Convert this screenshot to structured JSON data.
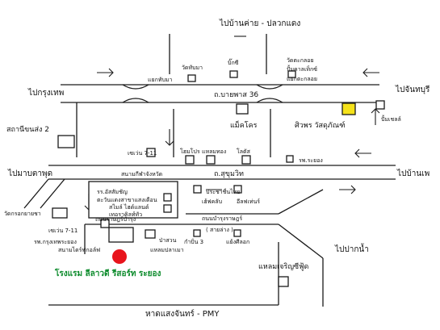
{
  "colors": {
    "line": "#1a1a1a",
    "hotel_marker": "#e8141c",
    "hotel_text": "#0a8a2a",
    "highlight_store": "#f5e21a"
  },
  "directions": {
    "top": "ไปบ้านค่าย - ปลวกแดง",
    "left_upper": "ไปกรุงเทพ",
    "left_middle": "ไปมาบตาพุด",
    "right_upper": "ไปจันทบุรี",
    "right_middle": "ไปบ้านเพ",
    "right_lower": "ไปปากน้ำ",
    "bottom": "หาดแสงจันทร์ - PMY"
  },
  "roads": {
    "bypass": "ถ.บายพาส 36",
    "sukhumvit": "ถ.สุขุมวิท",
    "rayong_bamrung_upper": "ถนนราษฎร์บำรุง",
    "rayong_bamrung_lower": "ถนนบำรุงราษฎร์"
  },
  "places": {
    "wat_tabma": "วัดทับมา",
    "big_c": "บิ๊กซี",
    "wat_takluai": "วัดตะกลอย",
    "pum_kalte": "ปั้มคาลเท็กซ์",
    "yaek_takluai": "แยกตะกลอย",
    "yaek_tabma": "แยกทับมา",
    "makro": "แม็คโคร",
    "siwaporn": "ศิวพร วัสดุภัณฑ์",
    "pum_shell": "ปั้มเชลล์",
    "sathani_khonsong": "สถานีขนส่ง 2",
    "seven_upper": "เซเว่น 7-11",
    "home_pro": "โฮมโปร",
    "lotus": "โลตัส",
    "home_plus": "แหลมทอง",
    "hospital_rayong": "รพ.ระยอง",
    "stadium": "สนามกีฬาจังหวัด",
    "school": "รร.อัสสัมชัญ",
    "building_a": "ตะวันแดงสาขาแสงเดือน",
    "hotel_a": "สไมล์ ไฮด์แลนด์",
    "slope": "เทอราคิลท์ทัว",
    "prachachuen": "ประชาชื่นไทย",
    "studio": "เฮ้ฟคลับ",
    "lidiffer": "อีลฟเท่นร์",
    "wat_krapyai": "วัดกรอกยายชา",
    "seven_lower": "เซเว่น 7-11",
    "hosp_bangkok": "รพ.กรุงเทพระยอง",
    "golf": "สนามไดร์ฟกอล์ฟ",
    "pasuan": "ป่าสวน",
    "laem_pla": "แหลมปลาเมา",
    "sai_lang": "( สายล่าง )",
    "kamnan": "กำปั่น 3",
    "yaek_sieb": "แย้งศีลอก",
    "laem_charoen": "แหลมเจริญซีฟู้ด",
    "hotel": "โรงแรม ลีลาวดี รีสอร์ท ระยอง"
  }
}
